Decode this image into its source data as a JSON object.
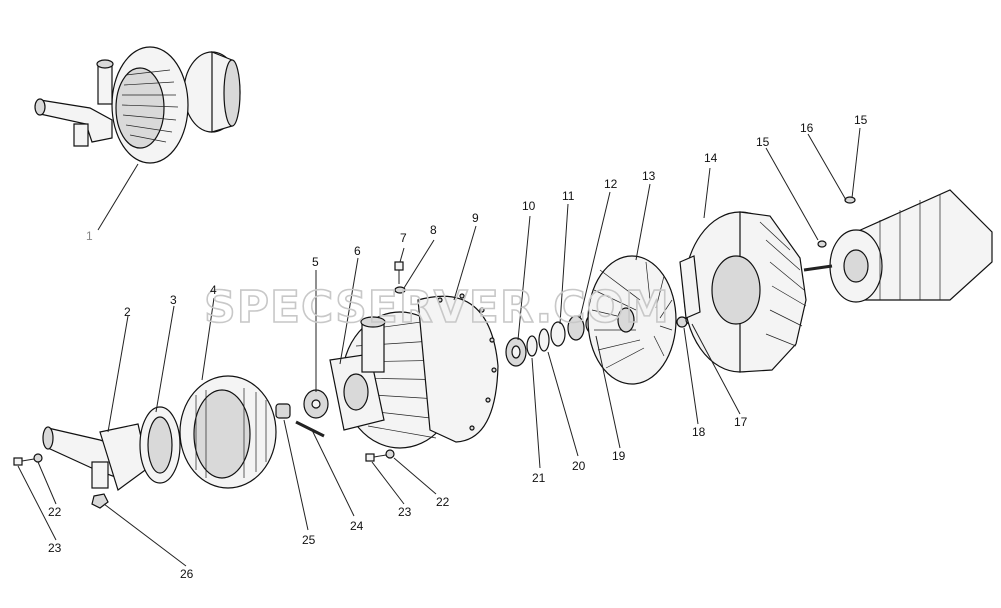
{
  "watermark": "SPECSERVER.COM",
  "labels": [
    "1",
    "2",
    "3",
    "4",
    "5",
    "6",
    "7",
    "8",
    "9",
    "10",
    "11",
    "12",
    "13",
    "14",
    "15",
    "15",
    "16",
    "17",
    "18",
    "19",
    "20",
    "21",
    "22",
    "22",
    "23",
    "23",
    "24",
    "25",
    "26"
  ]
}
